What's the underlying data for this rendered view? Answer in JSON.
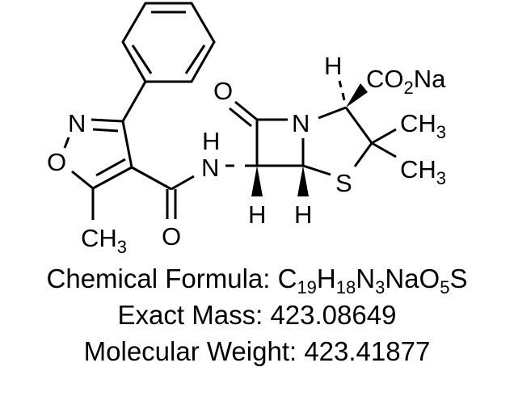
{
  "compound": {
    "name_hint": "Oxacillin sodium",
    "atom_labels": {
      "isoxazole_N": "N",
      "isoxazole_O": "O",
      "methyl": {
        "main": "CH",
        "sub": "3"
      },
      "amide_O": "O",
      "amide_NH_N": "N",
      "amide_NH_H": "H",
      "lactam_O": "O",
      "lactam_N": "N",
      "h6": "H",
      "h5": "H",
      "sulfur": "S",
      "h3": "H",
      "carboxylate": {
        "c": "CO",
        "sub": "2",
        "na": "Na"
      },
      "methyl_a": {
        "main": "CH",
        "sub": "3"
      },
      "methyl_b": {
        "main": "CH",
        "sub": "3"
      }
    }
  },
  "captions": {
    "formula_label": "Chemical Formula: ",
    "formula": [
      {
        "t": "C",
        "s": "19"
      },
      {
        "t": "H",
        "s": "18"
      },
      {
        "t": "N",
        "s": "3"
      },
      {
        "t": "NaO",
        "s": "5"
      },
      {
        "t": "S",
        "s": ""
      }
    ],
    "exact_mass_label": "Exact Mass: ",
    "exact_mass": "423.08649",
    "molecular_weight_label": "Molecular Weight: ",
    "molecular_weight": "423.41877"
  },
  "colors": {
    "ink": "#000000",
    "background": "#ffffff"
  }
}
